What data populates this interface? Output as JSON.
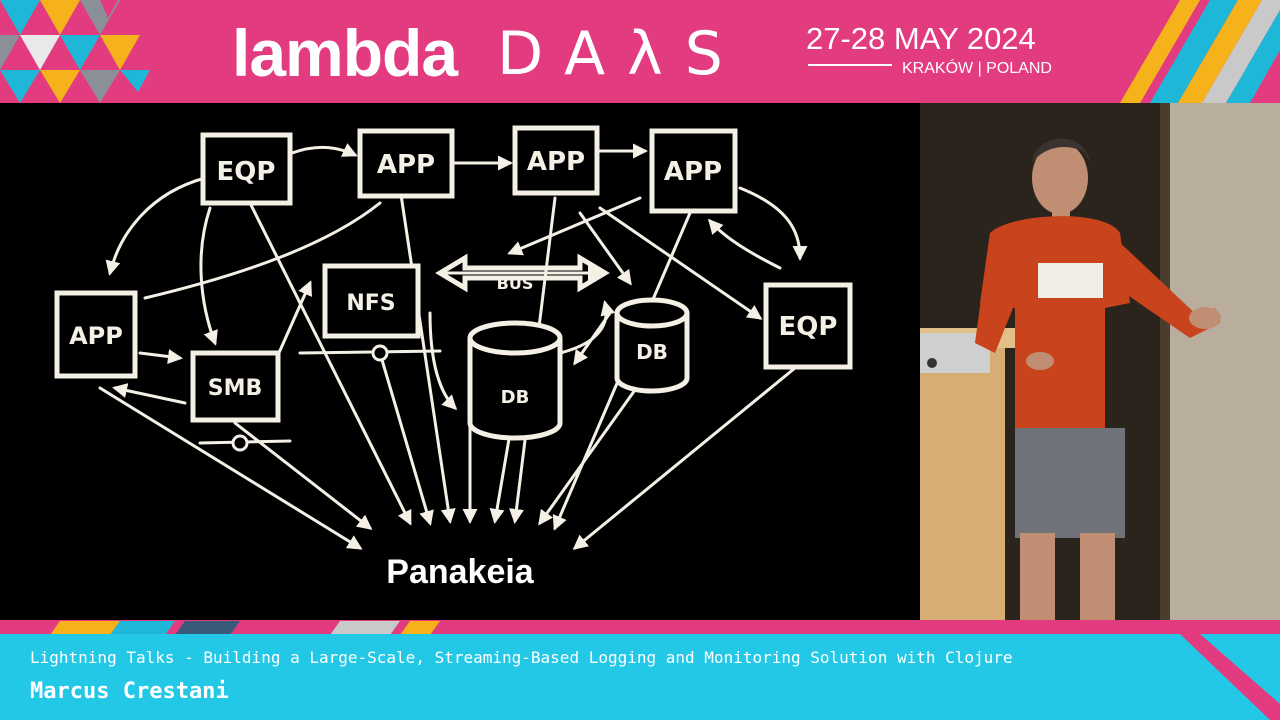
{
  "header": {
    "logo_lambda": "lambda",
    "logo_days": "DAλS",
    "date": "27-28 MAY 2024",
    "location": "KRAKÓW | POLAND",
    "brand_color": "#e33b7f"
  },
  "slide": {
    "nodes": [
      {
        "label": "EQP"
      },
      {
        "label": "APP"
      },
      {
        "label": "APP"
      },
      {
        "label": "APP"
      },
      {
        "label": "APP"
      },
      {
        "label": "NFS"
      },
      {
        "label": "BUS"
      },
      {
        "label": "DB"
      },
      {
        "label": "EQP"
      },
      {
        "label": "SMB"
      },
      {
        "label": "DB"
      }
    ],
    "target_label": "Panakeia"
  },
  "footer": {
    "talk_title": "Lightning Talks - Building a Large-Scale, Streaming-Based Logging and Monitoring Solution with Clojure",
    "speaker": "Marcus Crestani",
    "accent_color": "#23c8e6"
  }
}
